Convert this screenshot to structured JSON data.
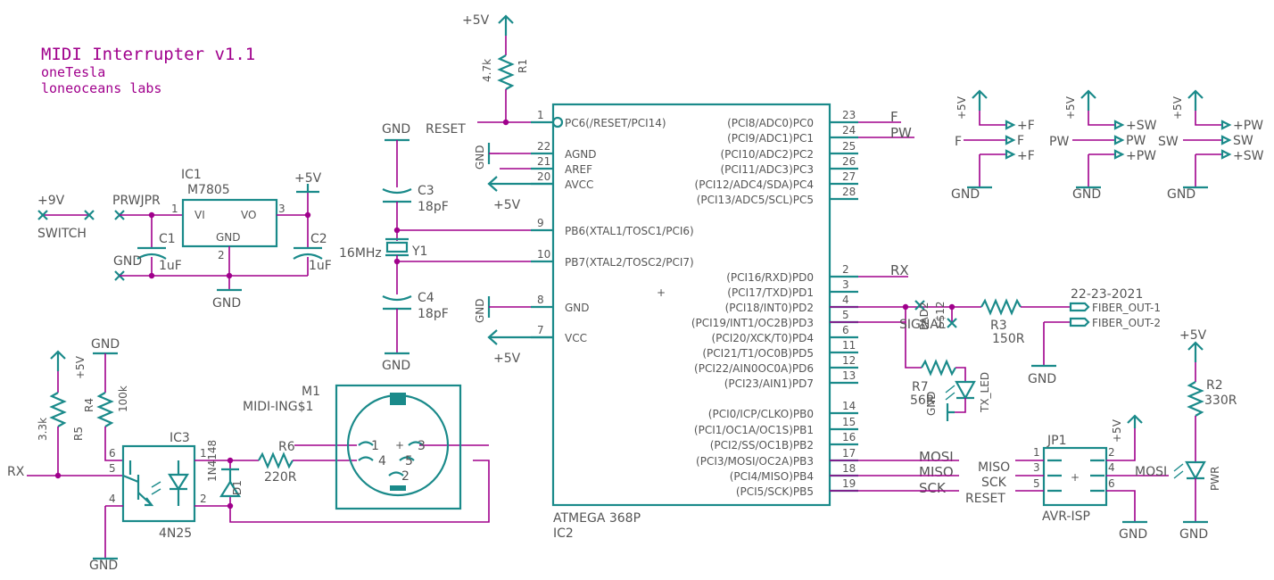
{
  "title": {
    "line1": "MIDI Interrupter v1.1",
    "line2": "oneTesla",
    "line3": "loneoceans labs"
  },
  "supply": {
    "plus5": "+5V",
    "plus9": "+9V",
    "gnd": "GND",
    "switch": "SWITCH",
    "prwjpr": "PRWJPR"
  },
  "reg": {
    "name": "IC1",
    "part": "M7805",
    "vi": "VI",
    "vo": "VO",
    "gnd": "GND",
    "p1": "1",
    "p2": "2",
    "p3": "3"
  },
  "caps": {
    "c1": "C1",
    "c1v": "1uF",
    "c2": "C2",
    "c2v": "1uF",
    "c3": "C3",
    "c3v": "18pF",
    "c4": "C4",
    "c4v": "18pF"
  },
  "crystal": {
    "name": "Y1",
    "value": "16MHz"
  },
  "r1": {
    "name": "R1",
    "value": "4.7k"
  },
  "reset_label": "RESET",
  "mcu": {
    "name": "IC2",
    "part": "ATMEGA 368P",
    "left_pins": [
      {
        "num": "1",
        "label": "PC6(/RESET/PCI14)"
      },
      {
        "num": "22",
        "label": "AGND"
      },
      {
        "num": "21",
        "label": "AREF"
      },
      {
        "num": "20",
        "label": "AVCC"
      },
      {
        "num": "9",
        "label": "PB6(XTAL1/TOSC1/PCI6)"
      },
      {
        "num": "10",
        "label": "PB7(XTAL2/TOSC2/PCI7)"
      },
      {
        "num": "8",
        "label": "GND"
      },
      {
        "num": "7",
        "label": "VCC"
      }
    ],
    "right_pins": [
      {
        "num": "23",
        "label": "(PCI8/ADC0)PC0"
      },
      {
        "num": "24",
        "label": "(PCI9/ADC1)PC1"
      },
      {
        "num": "25",
        "label": "(PCI10/ADC2)PC2"
      },
      {
        "num": "26",
        "label": "(PCI11/ADC3)PC3"
      },
      {
        "num": "27",
        "label": "(PCI12/ADC4/SDA)PC4"
      },
      {
        "num": "28",
        "label": "(PCI13/ADC5/SCL)PC5"
      },
      {
        "num": "2",
        "label": "(PCI16/RXD)PD0"
      },
      {
        "num": "3",
        "label": "(PCI17/TXD)PD1"
      },
      {
        "num": "4",
        "label": "(PCI18/INT0)PD2"
      },
      {
        "num": "5",
        "label": "(PCI19/INT1/OC2B)PD3"
      },
      {
        "num": "6",
        "label": "(PCI20/XCK/T0)PD4"
      },
      {
        "num": "11",
        "label": "(PCI21/T1/OC0B)PD5"
      },
      {
        "num": "12",
        "label": "(PCI22/AIN0OC0A)PD6"
      },
      {
        "num": "13",
        "label": "(PCI23/AIN1)PD7"
      },
      {
        "num": "14",
        "label": "(PCI0/ICP/CLKO)PB0"
      },
      {
        "num": "15",
        "label": "(PCI1/OC1A/OC1S)PB1"
      },
      {
        "num": "16",
        "label": "(PCI2/SS/OC1B)PB2"
      },
      {
        "num": "17",
        "label": "(PCI3/MOSI/OC2A)PB3"
      },
      {
        "num": "18",
        "label": "(PCI4/MISO)PB4"
      },
      {
        "num": "19",
        "label": "(PCI5/SCK)PB5"
      }
    ]
  },
  "nets": {
    "f": "F",
    "pw": "PW",
    "sw": "SW",
    "rx": "RX",
    "signal": "SIGNAL",
    "mosi": "MOSI",
    "miso": "MISO",
    "sck": "SCK",
    "reset": "RESET"
  },
  "jumpers": {
    "plus_f": "+F",
    "plus_pw": "+PW",
    "plus_sw": "+SW"
  },
  "fiber": {
    "date": "22-23-2021",
    "out1": "FIBER_OUT-1",
    "out2": "FIBER_OUT-2",
    "r3": "R3",
    "r3v": "150R",
    "pad": "PAD2",
    "s": "S$12"
  },
  "txled": {
    "r7": "R7",
    "r7v": "56R",
    "name": "TX_LED"
  },
  "isp": {
    "name": "JP1",
    "part": "AVR-ISP",
    "pins": [
      "1",
      "2",
      "3",
      "4",
      "5",
      "6"
    ]
  },
  "pwr": {
    "r2": "R2",
    "r2v": "330R",
    "led": "PWR"
  },
  "opto": {
    "name": "IC3",
    "part": "4N25",
    "r4": "R4",
    "r4v": "100k",
    "r5": "R5",
    "r5v": "3.3k",
    "diode": "1N4148",
    "d": "D1",
    "p1": "1",
    "p2": "2",
    "p4": "4",
    "p5": "5",
    "p6": "6"
  },
  "midi": {
    "m1": "M1",
    "part": "MIDI-ING$1",
    "r6": "R6",
    "r6v": "220R",
    "pins": [
      "1",
      "2",
      "3",
      "4",
      "5"
    ]
  }
}
